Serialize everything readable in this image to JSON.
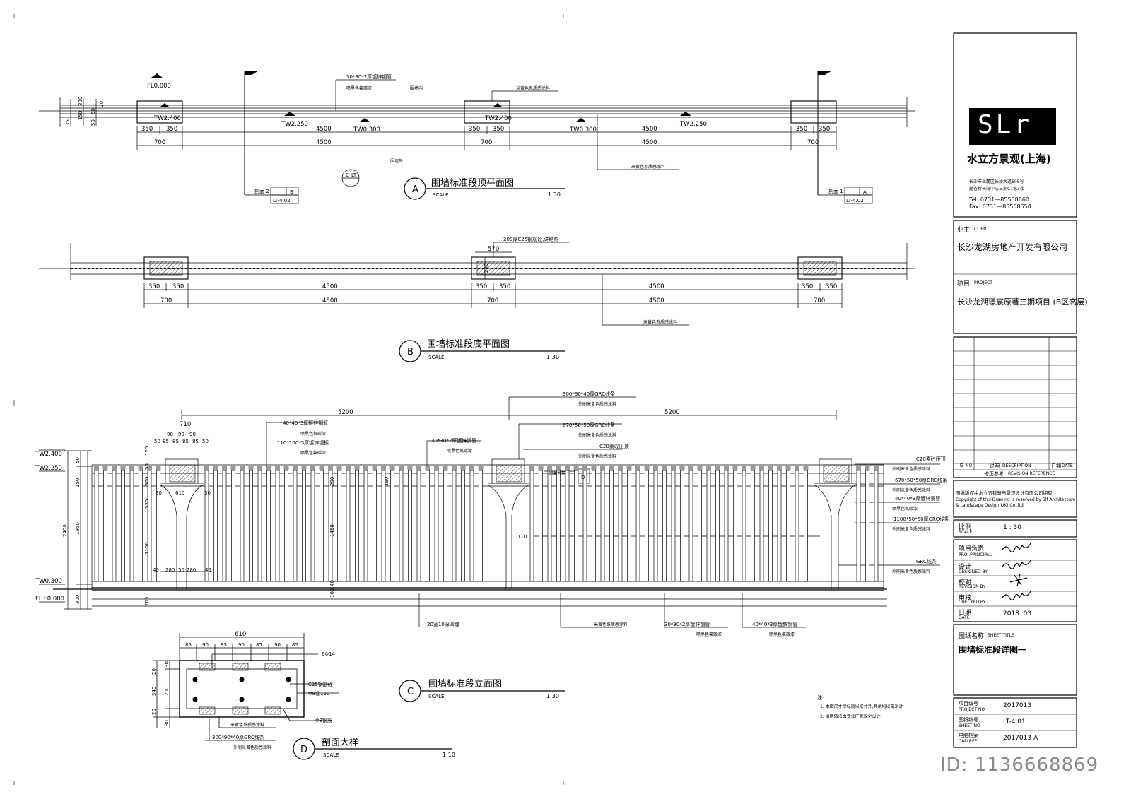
{
  "title_block": {
    "logo_text": "SLr",
    "company": "水立方景观(上海)",
    "address1": "长沙市岳麓区长沙大道605号",
    "address2": "麓谷新长海中心三期C1栋3楼",
    "tel": "Tel: 0731—85558660",
    "fax": "Fax: 0731—85558650",
    "client_label": "业主",
    "client_label_en": "CLIENT",
    "client": "长沙龙湖房地产开发有限公司",
    "project_label": "项目",
    "project_label_en": "PROJECT",
    "project": "长沙龙湖璟宸原著三期项目 (B区高层)",
    "rev_no": "号",
    "rev_no_en": "NO",
    "rev_desc": "说明",
    "rev_desc_en": "DESCRIPTION",
    "rev_date": "日期",
    "rev_date_en": "DATE",
    "rev_ref": "修正参考",
    "rev_ref_en": "REVISION REFERENCE",
    "copyright1": "图纸版权由水立方建筑与景观设计有限公司拥有",
    "copyright2": "Copyright of this Drawing is reserved by Slf Architecture",
    "copyright3": "& Landscape Design(UK) Co.,ltd",
    "scale_label": "比例",
    "scale_label_en": "SCALE",
    "scale": "1 : 30",
    "principal_label": "项目负责",
    "principal_label_en": "PROJ.PRINCIPAL",
    "designed_label": "设计",
    "designed_label_en": "DESIGNED BY",
    "revision_label": "校对",
    "revision_label_en": "REVISION BY",
    "checked_label": "审核",
    "checked_label_en": "CHECKED BY",
    "date_label": "日期",
    "date_label_en": "DATE",
    "date": "2018. 03",
    "sheet_title_label": "图纸名称",
    "sheet_title_label_en": "SHEET TITLE",
    "sheet_title": "围墙标准段详图一",
    "project_no_label": "项目编号",
    "project_no_label_en": "PROJECT NO",
    "project_no": "2017013",
    "sheet_no_label": "图纸编号",
    "sheet_no_label_en": "SHEET NO",
    "sheet_no": "LT-4.01",
    "cad_label": "电脑档案",
    "cad_label_en": "CAD REF",
    "cad": "2017013-A"
  },
  "views": {
    "a": {
      "letter": "A",
      "title": "围墙标准段顶平面图",
      "scale_label": "SCALE",
      "scale": "1:30"
    },
    "b": {
      "letter": "B",
      "title": "围墙标准段底平面图",
      "scale_label": "SCALE",
      "scale": "1:30"
    },
    "c": {
      "letter": "C",
      "title": "围墙标准段立面图",
      "scale_label": "SCALE",
      "scale": "1:30"
    },
    "d": {
      "letter": "D",
      "title": "剖面大样",
      "scale_label": "SCALE",
      "scale": "1:10"
    }
  },
  "plan_a": {
    "fl": "FL0.000",
    "tw1": "TW2.400",
    "tw2": "TW2.400",
    "tw3": "TW2.250",
    "tw4": "TW2.250",
    "tw5": "TW0.300",
    "tw6": "TW0.300",
    "note1": "30*30*2厚镀锌钢管",
    "note2": "喷黑色氟碳漆",
    "note3": "围墙内",
    "note4": "米黄色系质感涂料",
    "note5": "米黄色系质感涂料",
    "note6": "围墙外",
    "dim_350": "350",
    "dim_4500": "4500",
    "dim_700": "700",
    "left_dims": [
      "350",
      "150",
      "200",
      "50",
      "50",
      "20"
    ],
    "sec2_label": "剖面 2",
    "sec2_ref": "B",
    "sec2_sheet": "LT-4.02",
    "sec1_label": "剖面 1",
    "sec1_ref": "A",
    "sec1_sheet": "LT-4.02",
    "cut_c": "C",
    "cut_lt": "LT"
  },
  "plan_b": {
    "note1": "200厚C25钢筋砼,详结构",
    "note2": "米黄色系质感涂料",
    "dim_570": "570",
    "dim_230": "230",
    "dim_350": "350",
    "dim_4500": "4500",
    "dim_700": "700"
  },
  "elev_c": {
    "dim_5200": "5200",
    "levels": [
      "TW2.400",
      "TW2.250",
      "TW0.300",
      "FL±0.000"
    ],
    "vdims": [
      "50",
      "150",
      "1950",
      "2400",
      "300",
      "120",
      "50",
      "300",
      "530",
      "1100",
      "45",
      "205",
      "50",
      "1450",
      "190",
      "40",
      "100",
      "290",
      "40",
      "10",
      "30"
    ],
    "top_dims": [
      "710",
      "90",
      "90",
      "90",
      "50",
      "85",
      "85",
      "85",
      "85",
      "50",
      "610",
      "30",
      "30",
      "280",
      "50",
      "280",
      "45",
      "45"
    ],
    "bar_dims": [
      "110",
      "30",
      "40",
      "105"
    ],
    "notes": [
      "40*40*3厚镀锌钢管",
      "喷黑色氟碳漆",
      "110*100*5厚镀锌钢板",
      "喷黑色氟碳漆",
      "30*30*2厚镀锌钢管",
      "喷黑色氟碳漆",
      "300*90*40厚GRC线条",
      "外刷米黄色质感涂料",
      "670*50*50厚GRC线条",
      "外刷米黄色质感涂料",
      "C20素砼压顶",
      "外刷米黄色质感涂料",
      "C20素砼压顶",
      "外刷米黄色质感涂料",
      "670*50*50厚GRC线条",
      "外刷米黄色质感涂料",
      "40*40*3厚镀锌钢管",
      "喷黑色氟碳漆",
      "1100*50*50厚GRC线条",
      "外刷米黄色质感涂料",
      "GRC线条",
      "外刷米黄色质感涂料",
      "20宽10深凹缝",
      "米黄色系质感涂料",
      "30*30*2厚镀锌钢管",
      "喷黑色氟碳漆",
      "40*40*3厚镀锌钢管",
      "喷黑色氟碳漆"
    ],
    "section_tag": "剖面大样",
    "section_ref": "D"
  },
  "section_d": {
    "dim_610": "610",
    "top_dims": [
      "85",
      "90",
      "85",
      "90",
      "85",
      "90",
      "85"
    ],
    "v_dims": [
      "30",
      "20",
      "340",
      "200",
      "20",
      "30"
    ],
    "rebar": "6Φ14",
    "conc": "C25钢筋砼",
    "stirrup": "Φ8@150",
    "bar": "Φ8钢筋",
    "paint": "米黄色系质感涂料",
    "grc": "300*90*40厚GRC线条",
    "grc2": "外刷米黄色质感涂料"
  },
  "notes": {
    "head": "注:",
    "n1": "1. 本图尺寸除标高以米计外,其余均以毫米计",
    "n2": "2. 围墙做法由专业厂家深化设计"
  },
  "watermark": "ID: 1136668869"
}
